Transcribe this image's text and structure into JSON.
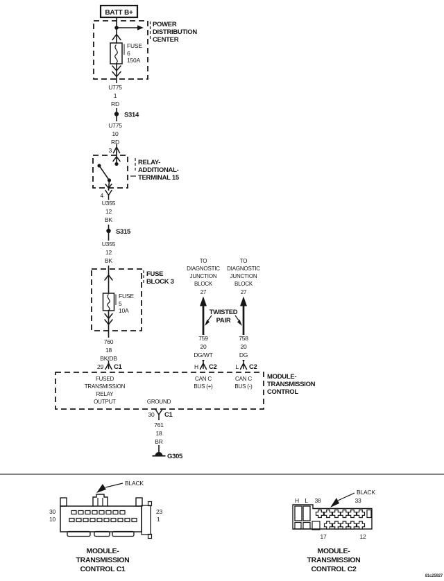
{
  "colors": {
    "ink": "#161616",
    "paper": "#ffffff"
  },
  "battery": {
    "label": "BATT B+"
  },
  "pdc": {
    "label": [
      "POWER",
      "DISTRIBUTION",
      "CENTER"
    ],
    "fuse": {
      "name": "FUSE",
      "number": "6",
      "rating": "150A"
    }
  },
  "wires": {
    "u775a": {
      "circuit": "U775",
      "gauge": "1",
      "color": "RD"
    },
    "u775b": {
      "circuit": "U775",
      "gauge": "10",
      "color": "RD"
    },
    "u355a": {
      "circuit": "U355",
      "gauge": "12",
      "color": "BK"
    },
    "u355b": {
      "circuit": "U355",
      "gauge": "12",
      "color": "BK"
    },
    "w760": {
      "circuit": "760",
      "gauge": "18",
      "color": "BK/DB"
    },
    "w759": {
      "circuit": "759",
      "gauge": "20",
      "color": "DG/WT"
    },
    "w758": {
      "circuit": "758",
      "gauge": "20",
      "color": "DG"
    },
    "w761": {
      "circuit": "761",
      "gauge": "18",
      "color": "BR"
    }
  },
  "splices": {
    "s314": "S314",
    "s315": "S315"
  },
  "relay": {
    "label": [
      "RELAY-",
      "ADDITIONAL-",
      "TERMINAL 15"
    ],
    "pin_in": "3",
    "pin_out": "4"
  },
  "fuse_block": {
    "label": [
      "FUSE",
      "BLOCK 3"
    ],
    "fuse": {
      "name": "FUSE",
      "number": "5",
      "rating": "10A"
    }
  },
  "diagnostic": {
    "label": [
      "TO",
      "DIAGNOSTIC",
      "JUNCTION",
      "BLOCK"
    ],
    "pin": "27"
  },
  "twisted_pair": {
    "label": [
      "TWISTED",
      "PAIR"
    ]
  },
  "module": {
    "label": [
      "MODULE-",
      "TRANSMISSION",
      "CONTROL"
    ],
    "pins": {
      "p29": {
        "pin": "29",
        "conn": "C1",
        "function": [
          "FUSED",
          "TRANSMISSION",
          "RELAY",
          "OUTPUT"
        ]
      },
      "p30": {
        "pin": "30",
        "conn": "C1"
      },
      "ph": {
        "pin": "H",
        "conn": "C2",
        "function": [
          "CAN C",
          "BUS (+)"
        ]
      },
      "pl": {
        "pin": "L",
        "conn": "C2",
        "function": [
          "CAN C",
          "BUS (-)"
        ]
      }
    }
  },
  "ground": {
    "label": "G305",
    "function": "GROUND"
  },
  "c1_view": {
    "color_label": "BLACK",
    "pin_top_left": "30",
    "pin_bottom_left": "10",
    "pin_top_right": "23",
    "pin_bottom_right": "1",
    "caption": [
      "MODULE-",
      "TRANSMISSION",
      "CONTROL C1"
    ]
  },
  "c2_view": {
    "color_label": "BLACK",
    "pin_h": "H",
    "pin_l": "L",
    "pin_top_left": "38",
    "pin_top_right": "33",
    "pin_bottom_left": "17",
    "pin_bottom_right": "12",
    "caption": [
      "MODULE-",
      "TRANSMISSION",
      "CONTROL C2"
    ]
  },
  "watermark": "81c25927"
}
